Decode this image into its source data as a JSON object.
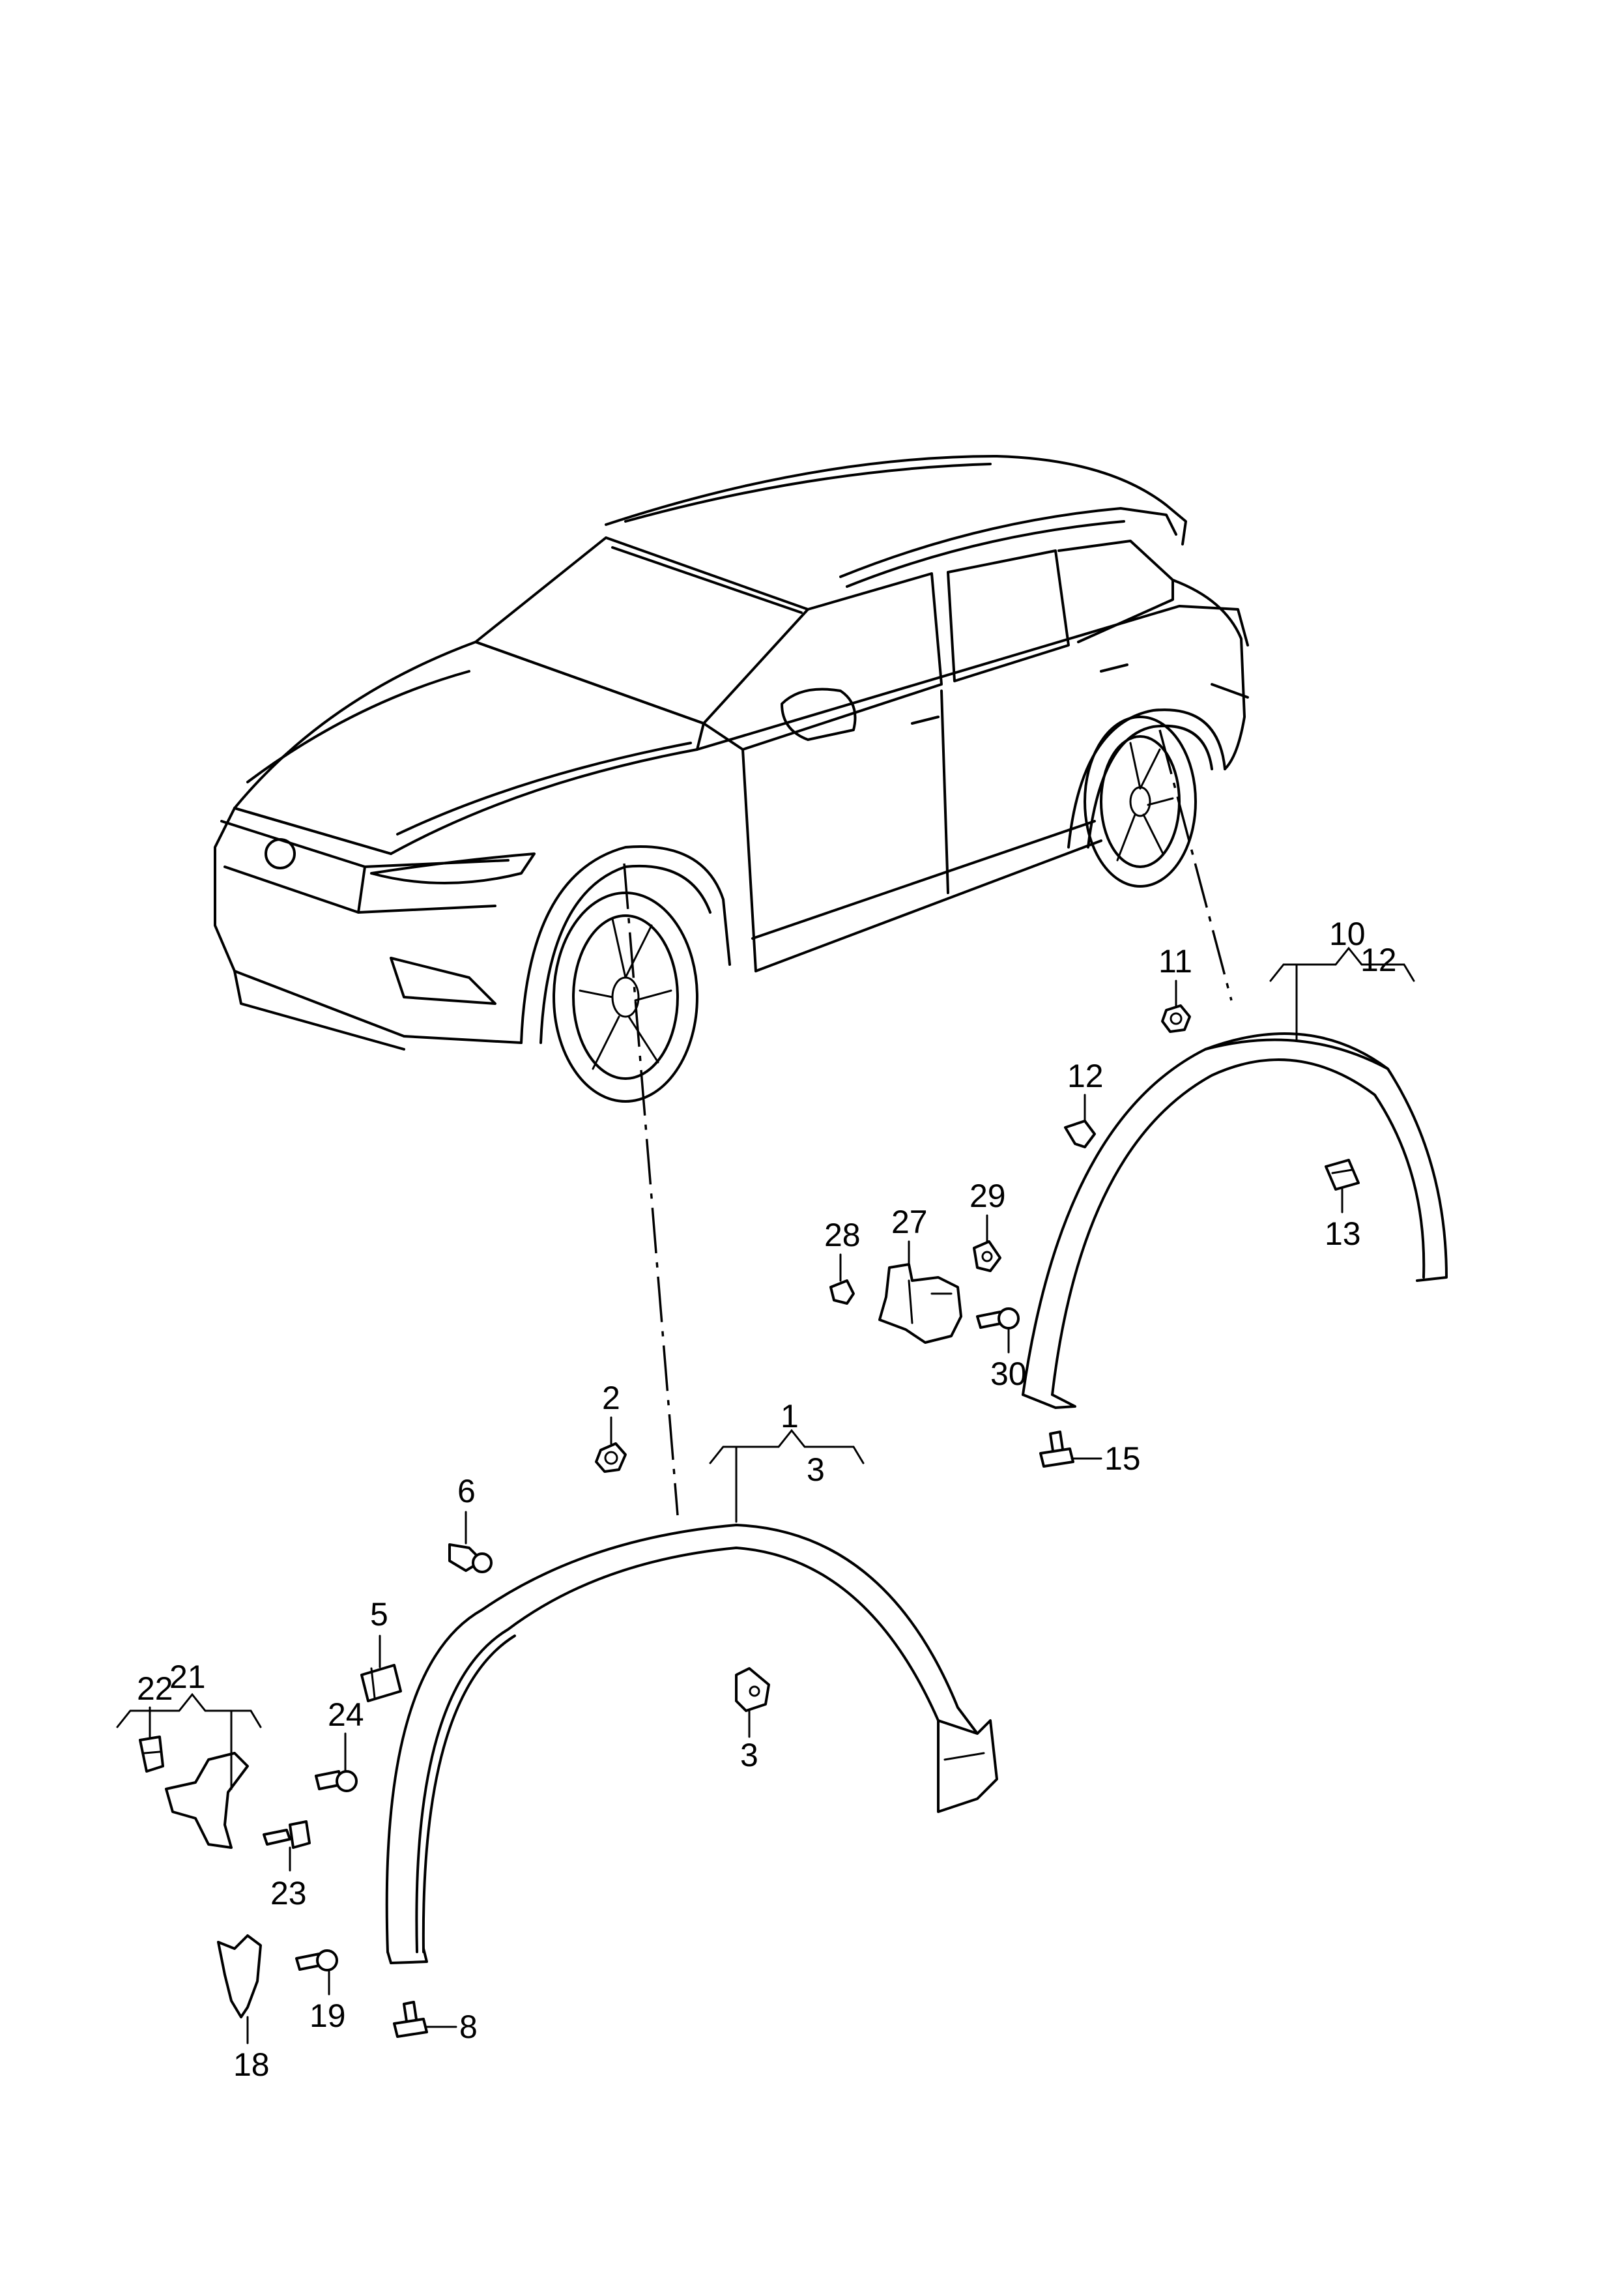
{
  "callouts": {
    "c1": "1",
    "c2": "2",
    "c3a": "3",
    "c3b": "3",
    "c5": "5",
    "c6": "6",
    "c8": "8",
    "c10": "10",
    "c11": "11",
    "c12a": "12",
    "c12b": "12",
    "c13": "13",
    "c15": "15",
    "c18": "18",
    "c19": "19",
    "c21": "21",
    "c22": "22",
    "c23": "23",
    "c24": "24",
    "c27": "27",
    "c28": "28",
    "c29": "29",
    "c30": "30"
  }
}
